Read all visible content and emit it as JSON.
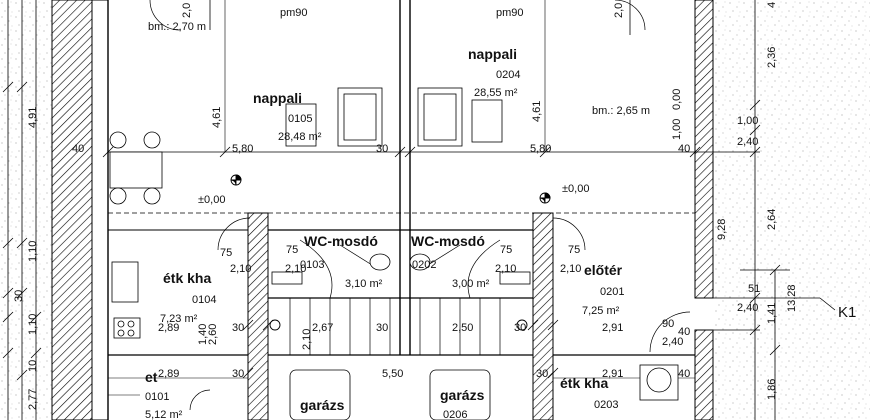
{
  "rooms": [
    {
      "name": "nappali",
      "code": "0105",
      "area": "28,48 m²"
    },
    {
      "name": "nappali",
      "code": "0204",
      "area": "28,55 m²"
    },
    {
      "name": "WC-mosdó",
      "code": "0103"
    },
    {
      "name": "WC-mosdó",
      "code": "0202"
    },
    {
      "name": "étk kha",
      "code": "0104",
      "area": "7,23 m²"
    },
    {
      "name": "előtér",
      "code": "0201",
      "area": "7,25 m²"
    },
    {
      "name": "et",
      "code": "0101",
      "area": "5,12 m²"
    },
    {
      "name": "garázs"
    },
    {
      "name": "garázs",
      "code": "0206"
    },
    {
      "name": "étk kha",
      "code": "0203"
    }
  ],
  "annotations": {
    "bm_270": "bm.: 2,70 m",
    "bm_265": "bm.: 2,65 m",
    "pm90_a": "pm90",
    "pm90_b": "pm90",
    "lvl_a": "±0,00",
    "lvl_b": "±0,00",
    "wc_a_extra": "3,10 m²",
    "wc_b_extra": "3,00 m²"
  },
  "dimensions": [
    "4,61",
    "4,61",
    "4,91",
    "40",
    "5,80",
    "30",
    "5,80",
    "40",
    "2,36",
    "1,00",
    "1,00",
    "2,40",
    "2,64",
    "9,28",
    "1,10",
    "30",
    "1,10",
    "75",
    "75",
    "75",
    "75",
    "2,10",
    "2,10",
    "2,10",
    "2,10",
    "51",
    "2,40",
    "13,28",
    "1,41",
    "2,89",
    "30",
    "2,67",
    "30",
    "2,50",
    "30",
    "2,91",
    "90",
    "40",
    "2,40",
    "1,40",
    "2,10",
    "2,60",
    "2,89",
    "30",
    "5,50",
    "30",
    "2,91",
    "40",
    "1,86",
    "2,77",
    "10",
    "2,0",
    "2,0",
    "4",
    "0,00"
  ],
  "label_k1": "K1"
}
